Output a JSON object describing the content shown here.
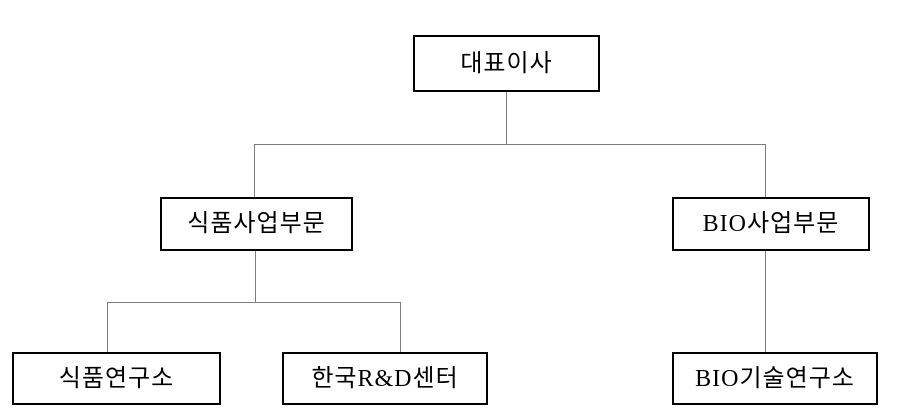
{
  "diagram": {
    "type": "org-chart",
    "nodes": {
      "root": {
        "id": "root",
        "label": "대표이사"
      },
      "food_division": {
        "id": "food_division",
        "label": "식품사업부문"
      },
      "bio_division": {
        "id": "bio_division",
        "label": "BIO사업부문"
      },
      "food_lab": {
        "id": "food_lab",
        "label": "식품연구소"
      },
      "rnd_center": {
        "id": "rnd_center",
        "label": "한국R&D센터"
      },
      "bio_lab": {
        "id": "bio_lab",
        "label": "BIO기술연구소"
      }
    },
    "edges": [
      {
        "from": "root",
        "to": "food_division"
      },
      {
        "from": "root",
        "to": "bio_division"
      },
      {
        "from": "food_division",
        "to": "food_lab"
      },
      {
        "from": "food_division",
        "to": "rnd_center"
      },
      {
        "from": "bio_division",
        "to": "bio_lab"
      }
    ]
  },
  "colors": {
    "background": "#ffffff",
    "box_border": "#000000",
    "box_fill": "#ffffff",
    "connector": "#7d7d7d",
    "text": "#000000"
  }
}
